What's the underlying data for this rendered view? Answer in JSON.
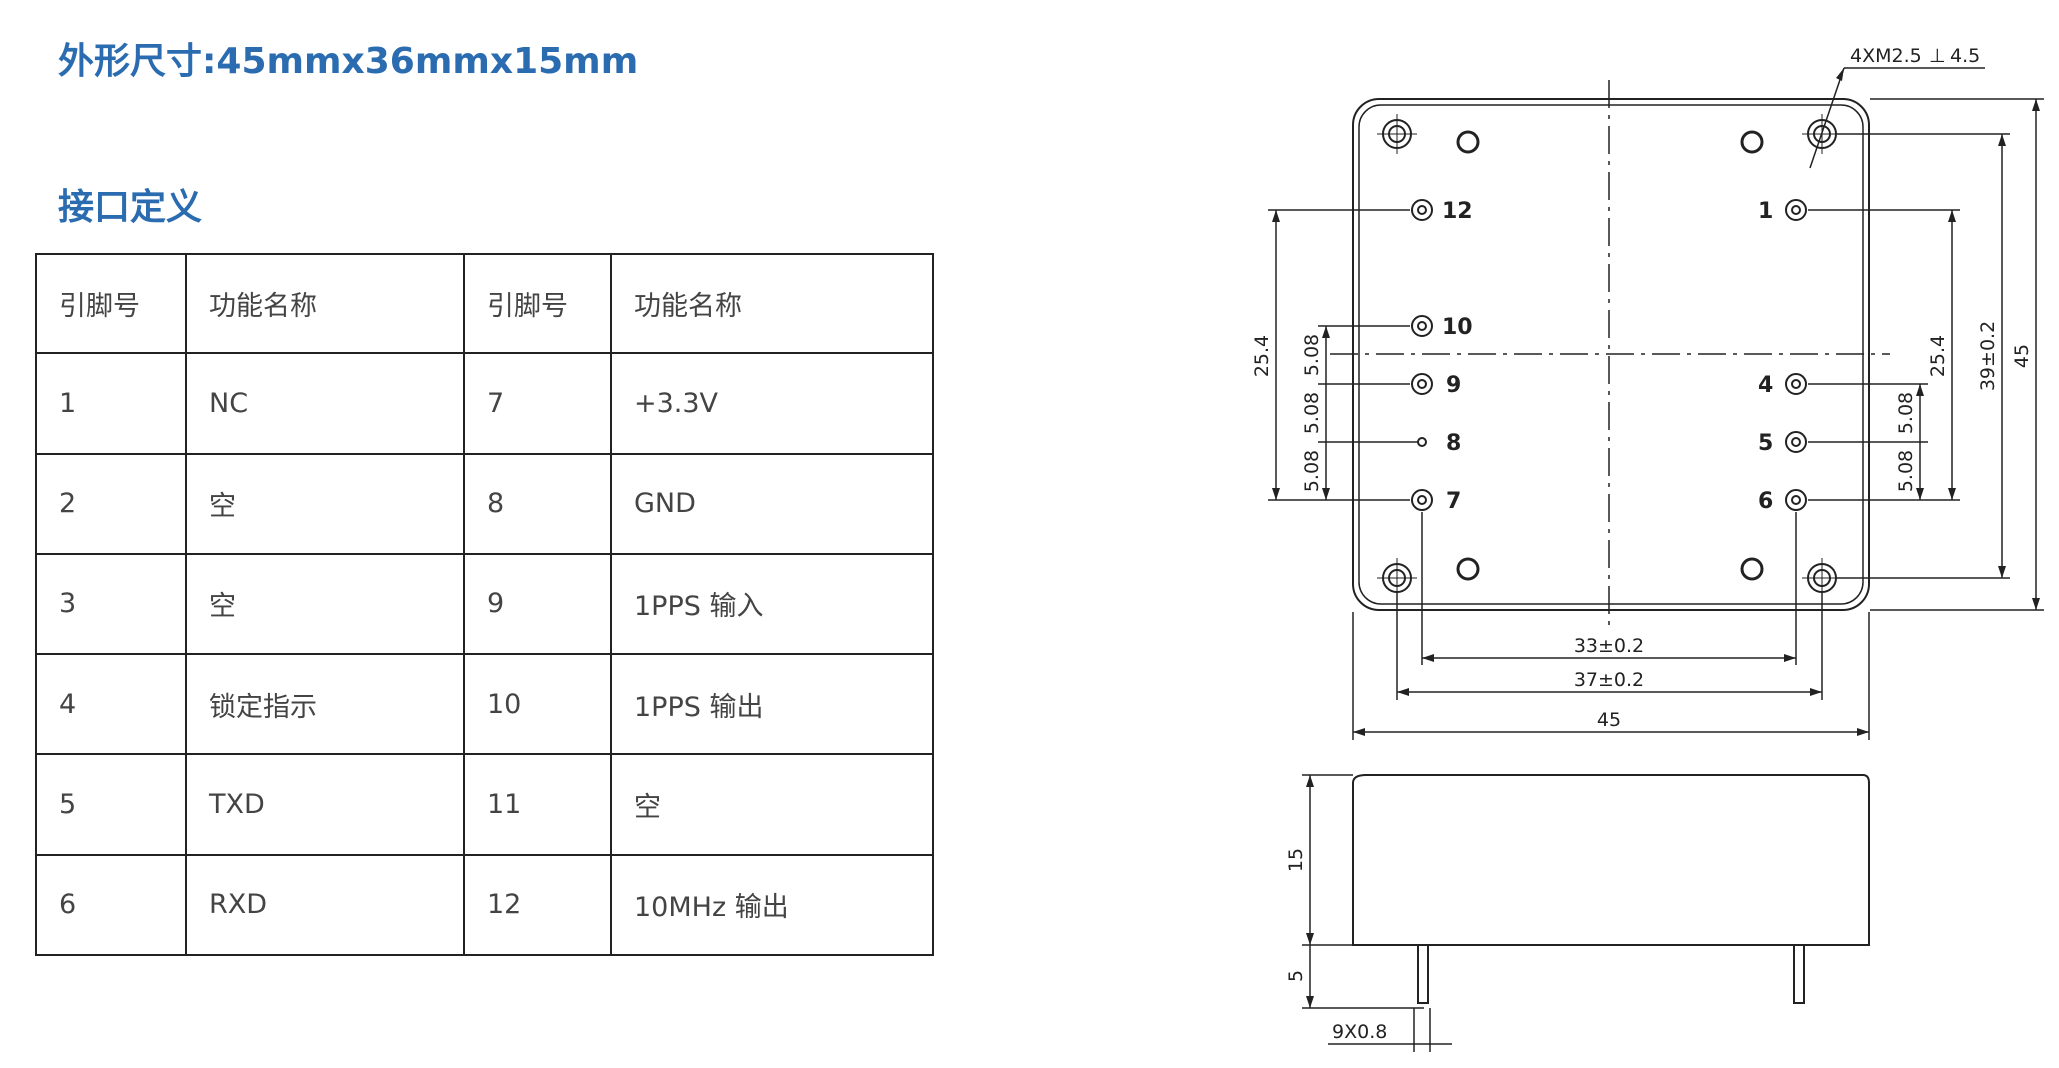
{
  "title": "外形尺寸:45mmx36mmx15mm",
  "section_title": "接口定义",
  "table": {
    "headers": [
      "引脚号",
      "功能名称",
      "引脚号",
      "功能名称"
    ],
    "rows": [
      [
        "1",
        "NC",
        "7",
        "+3.3V"
      ],
      [
        "2",
        "空",
        "8",
        "GND"
      ],
      [
        "3",
        "空",
        "9",
        "1PPS 输入"
      ],
      [
        "4",
        "锁定指示",
        "10",
        "1PPS 输出"
      ],
      [
        "5",
        "TXD",
        "11",
        "空"
      ],
      [
        "6",
        "RXD",
        "12",
        "10MHz 输出"
      ]
    ]
  },
  "drawing": {
    "hole_note": "4XM2.5",
    "depth_symbol": "⊥",
    "hole_depth": "4.5",
    "pins": [
      "12",
      "10",
      "9",
      "8",
      "7",
      "1",
      "4",
      "5",
      "6"
    ],
    "dims": {
      "pin_spacing": "5.08",
      "row_span": "25.4",
      "hole_span_v": "39±0.2",
      "width": "45",
      "pin_span": "33±0.2",
      "hole_span_h": "37±0.2",
      "height": "15",
      "pin_length": "5",
      "pin_size": "9X0.8"
    }
  }
}
